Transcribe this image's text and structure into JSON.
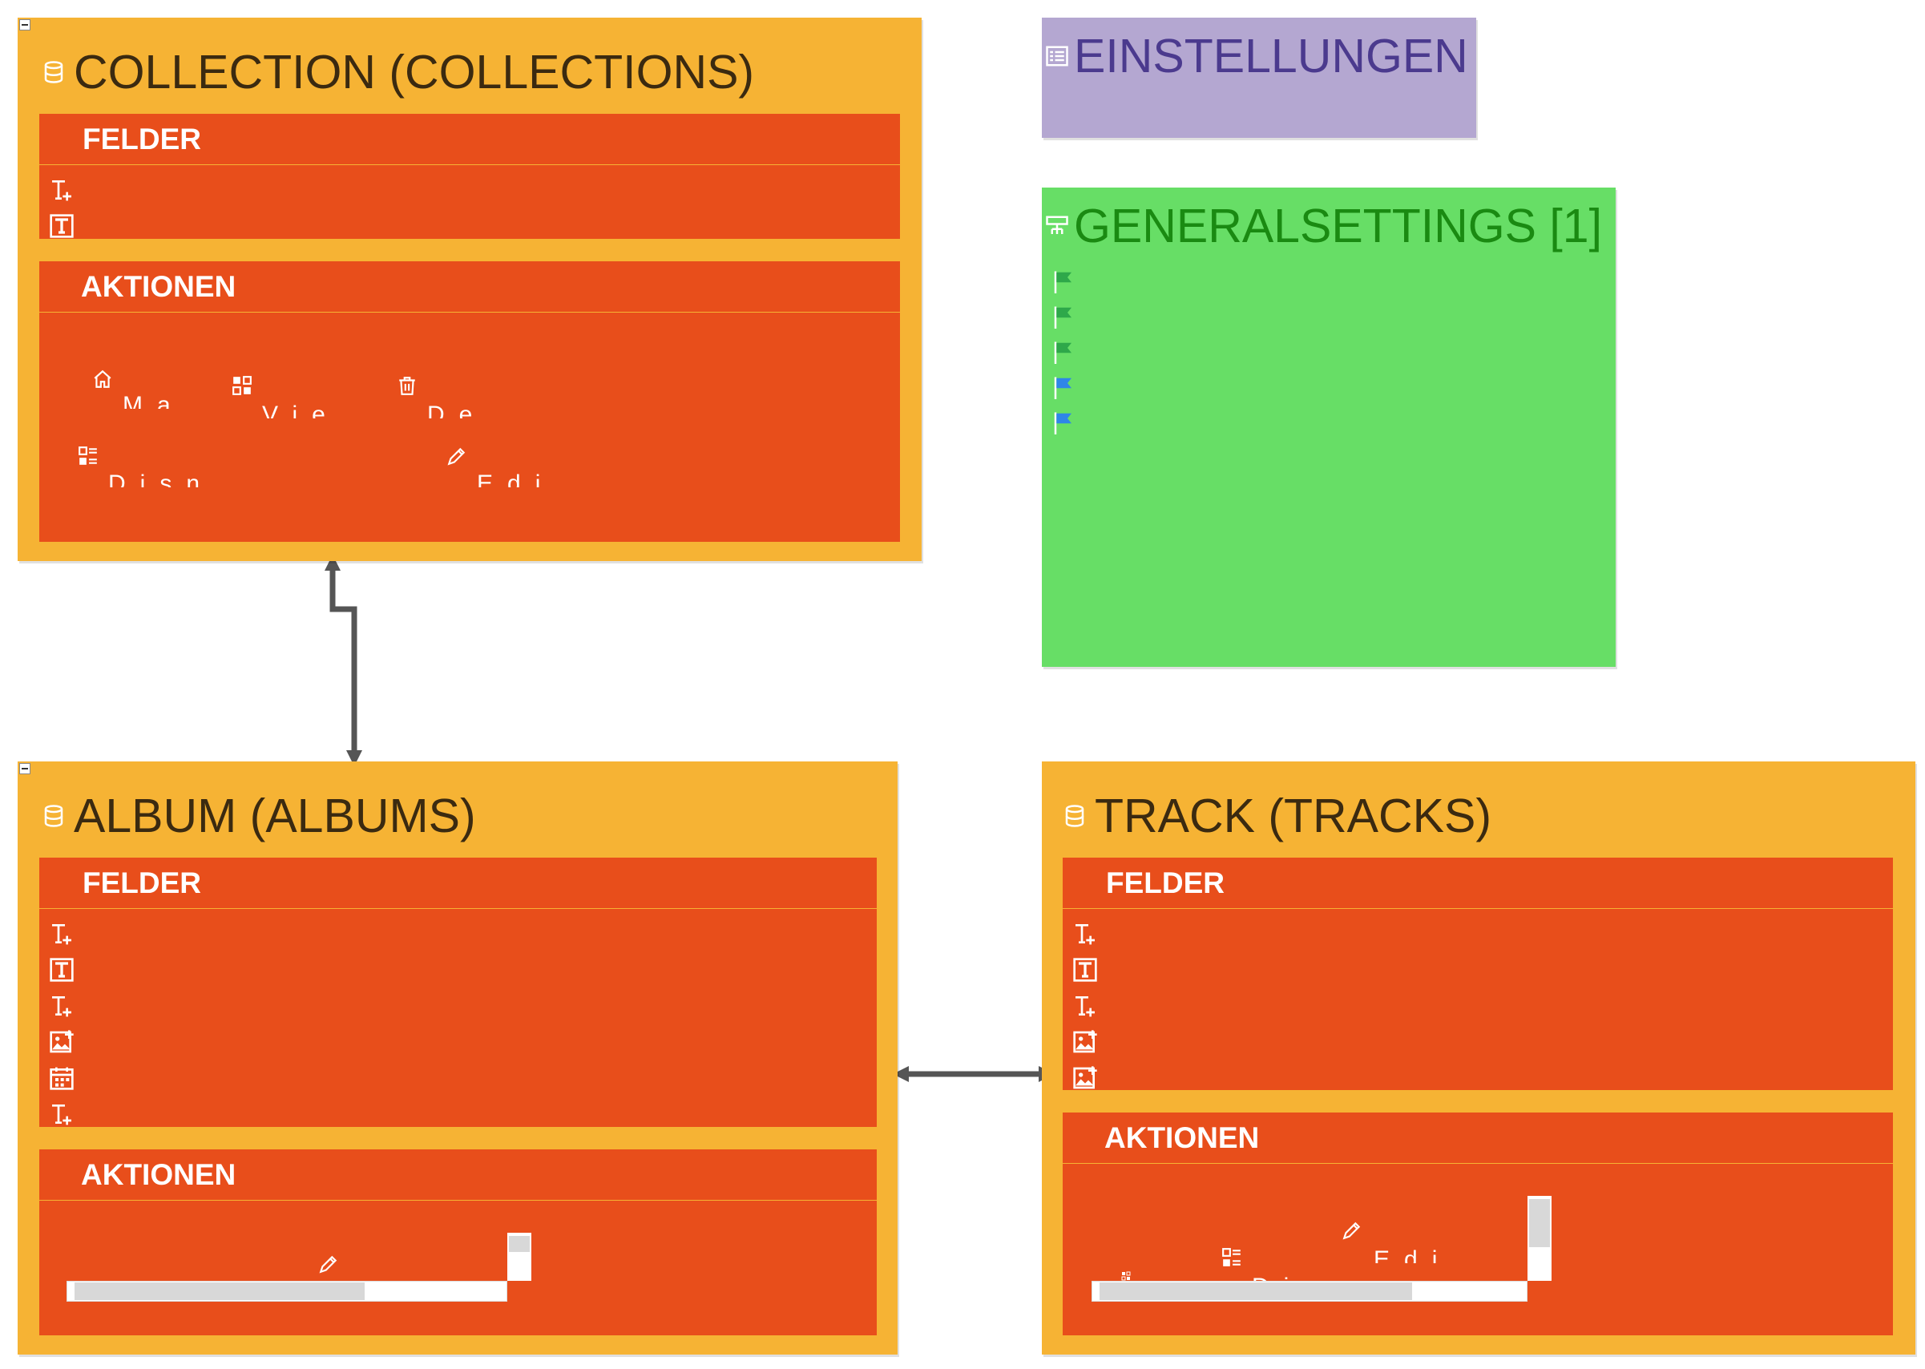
{
  "entities": {
    "collection": {
      "title": "COLLECTION (COLLECTIONS)",
      "fields_header": "FELDER",
      "actions_header": "AKTIONEN",
      "field_icons": [
        "text-field-icon",
        "text-box-icon"
      ],
      "actions": [
        {
          "icon": "home-icon",
          "label": "Ma"
        },
        {
          "icon": "view-grid-icon",
          "label": "Vie"
        },
        {
          "icon": "trash-icon",
          "label": "De"
        },
        {
          "icon": "list-detail-icon",
          "label": "Disn"
        },
        {
          "icon": "pencil-icon",
          "label": "Edi"
        }
      ]
    },
    "album": {
      "title": "ALBUM (ALBUMS)",
      "fields_header": "FELDER",
      "actions_header": "AKTIONEN",
      "field_icons": [
        "text-field-icon",
        "text-box-icon",
        "text-field-icon",
        "image-icon",
        "calendar-icon",
        "text-field-icon"
      ],
      "actions": [
        {
          "icon": "pencil-icon",
          "label": ""
        }
      ]
    },
    "track": {
      "title": "TRACK (TRACKS)",
      "fields_header": "FELDER",
      "actions_header": "AKTIONEN",
      "field_icons": [
        "text-field-icon",
        "text-box-icon",
        "text-field-icon",
        "image-icon",
        "image-icon"
      ],
      "actions": [
        {
          "icon": "pencil-icon",
          "label": "Edi"
        },
        {
          "icon": "list-detail-icon",
          "label": "Di"
        },
        {
          "icon": "view-grid-icon",
          "label": ""
        }
      ]
    }
  },
  "settings": {
    "title": "EINSTELLUNGEN",
    "color": "#b4a7d1"
  },
  "general_settings": {
    "title": "GENERALSETTINGS [1]",
    "color": "#67de66",
    "flags": [
      {
        "color": "#2ea84a"
      },
      {
        "color": "#2ea84a"
      },
      {
        "color": "#2ea84a"
      },
      {
        "color": "#2f86e8"
      },
      {
        "color": "#2f86e8"
      }
    ]
  },
  "colors": {
    "entity_background": "#f6b334",
    "section_background": "#e84e1b",
    "connector": "#555555"
  }
}
